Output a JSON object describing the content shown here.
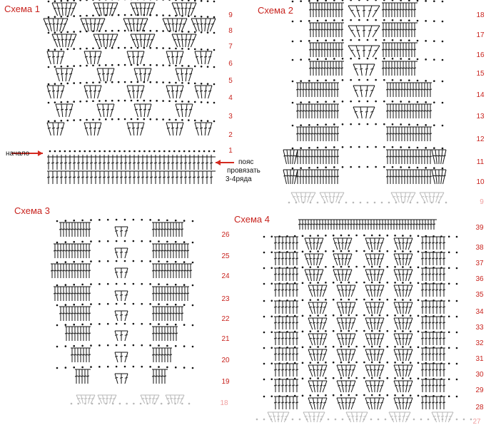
{
  "schemes": [
    {
      "title": "Схема 1",
      "row_labels": [
        "9",
        "8",
        "7",
        "6",
        "5",
        "4",
        "3",
        "2",
        "1"
      ],
      "faded_labels": [],
      "annotations": {
        "start": "начало",
        "belt": [
          "пояс",
          "провязать",
          "3-4ряда"
        ]
      }
    },
    {
      "title": "Схема 2",
      "row_labels": [
        "18",
        "17",
        "16",
        "15",
        "14",
        "13",
        "12",
        "11",
        "10"
      ],
      "faded_labels": [
        "9"
      ]
    },
    {
      "title": "Схема 3",
      "row_labels": [
        "26",
        "25",
        "24",
        "23",
        "22",
        "21",
        "20",
        "19"
      ],
      "faded_labels": [
        "18"
      ]
    },
    {
      "title": "Схема 4",
      "row_labels": [
        "39",
        "38",
        "37",
        "36",
        "35",
        "34",
        "33",
        "32",
        "31",
        "30",
        "29",
        "28"
      ],
      "faded_labels": [
        "27"
      ]
    }
  ],
  "colors": {
    "label": "#c8231e",
    "faded_label": "#f0a0a0",
    "ink": "#111111",
    "faded_ink": "#b8b8b8",
    "arrow": "#d42a20"
  }
}
